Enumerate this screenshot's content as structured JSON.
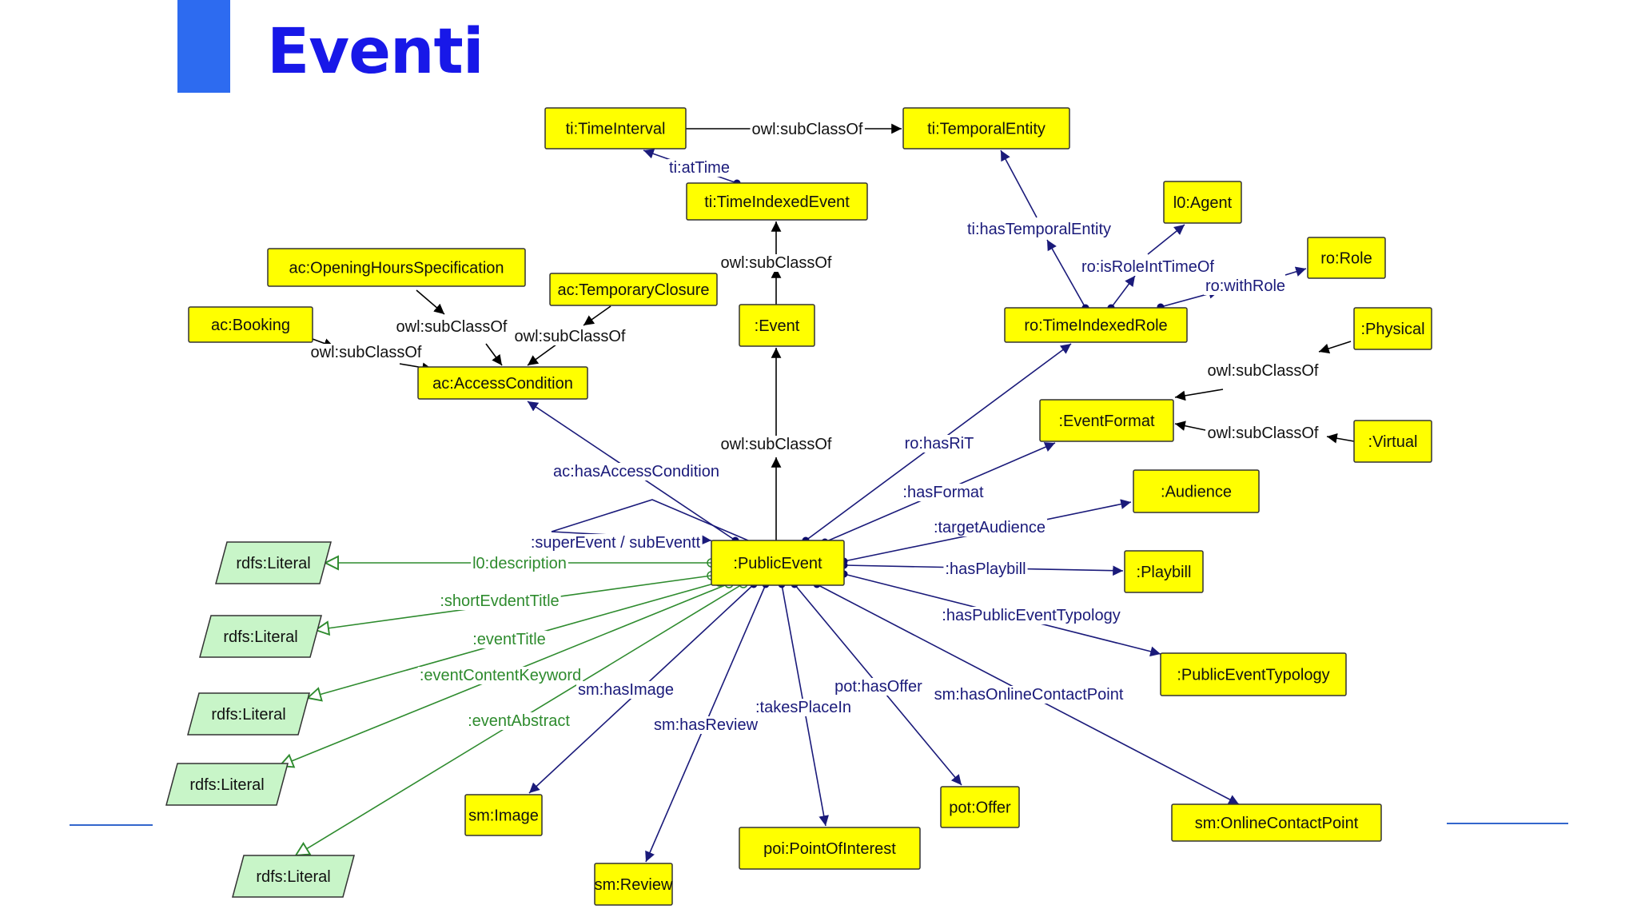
{
  "slide": {
    "title": "Eventi"
  },
  "colors": {
    "accent": "#2d6bf0",
    "title": "#1818e8",
    "class_fill": "#ffff00",
    "literal_fill": "#c8f5c8",
    "object_edge": "#1a1a7a",
    "data_edge": "#2e8b2e"
  },
  "nodes": {
    "ti_interval": "ti:TimeInterval",
    "ti_temporal": "ti:TemporalEntity",
    "ti_indexed_event": "ti:TimeIndexedEvent",
    "l0_agent": "l0:Agent",
    "ro_role": "ro:Role",
    "ac_opening": "ac:OpeningHoursSpecification",
    "ac_temp_closure": "ac:TemporaryClosure",
    "ac_booking": "ac:Booking",
    "event": ":Event",
    "ro_tir": "ro:TimeIndexedRole",
    "physical": ":Physical",
    "ac_access": "ac:AccessCondition",
    "event_format": ":EventFormat",
    "virtual": ":Virtual",
    "audience": ":Audience",
    "public_event": ":PublicEvent",
    "playbill": ":Playbill",
    "pe_typology": ":PublicEventTypology",
    "sm_image": "sm:Image",
    "pot_offer": "pot:Offer",
    "poi": "poi:PointOfInterest",
    "sm_ocp": "sm:OnlineContactPoint",
    "sm_review": "sm:Review",
    "lit1": "rdfs:Literal",
    "lit2": "rdfs:Literal",
    "lit3": "rdfs:Literal",
    "lit4": "rdfs:Literal",
    "lit5": "rdfs:Literal"
  },
  "edges": {
    "subclass_interval": "owl:subClassOf",
    "at_time": "ti:atTime",
    "subclass_tie": "owl:subClassOf",
    "subclass_pe": "owl:subClassOf",
    "has_temporal_entity": "ti:hasTemporalEntity",
    "is_role_in_time_of": "ro:isRoleIntTimeOf",
    "with_role": "ro:withRole",
    "subclass_opening": "owl:subClassOf",
    "subclass_closure": "owl:subClassOf",
    "subclass_booking": "owl:subClassOf",
    "subclass_physical": "owl:subClassOf",
    "subclass_virtual": "owl:subClassOf",
    "has_rit": "ro:hasRiT",
    "has_format": ":hasFormat",
    "has_access_condition": "ac:hasAccessCondition",
    "target_audience": ":targetAudience",
    "super_sub_event": ":superEvent  / subEventt",
    "has_playbill": ":hasPlaybill",
    "has_typology": ":hasPublicEventTypology",
    "l0_description": "l0:description",
    "short_title": ":shortEvdentTitle",
    "event_title": ":eventTitle",
    "content_keyword": ":eventContentKeyword",
    "event_abstract": ":eventAbstract",
    "has_image": "sm:hasImage",
    "has_review": "sm:hasReview",
    "takes_place_in": ":takesPlaceIn",
    "has_offer": "pot:hasOffer",
    "has_ocp": "sm:hasOnlineContactPoint"
  }
}
